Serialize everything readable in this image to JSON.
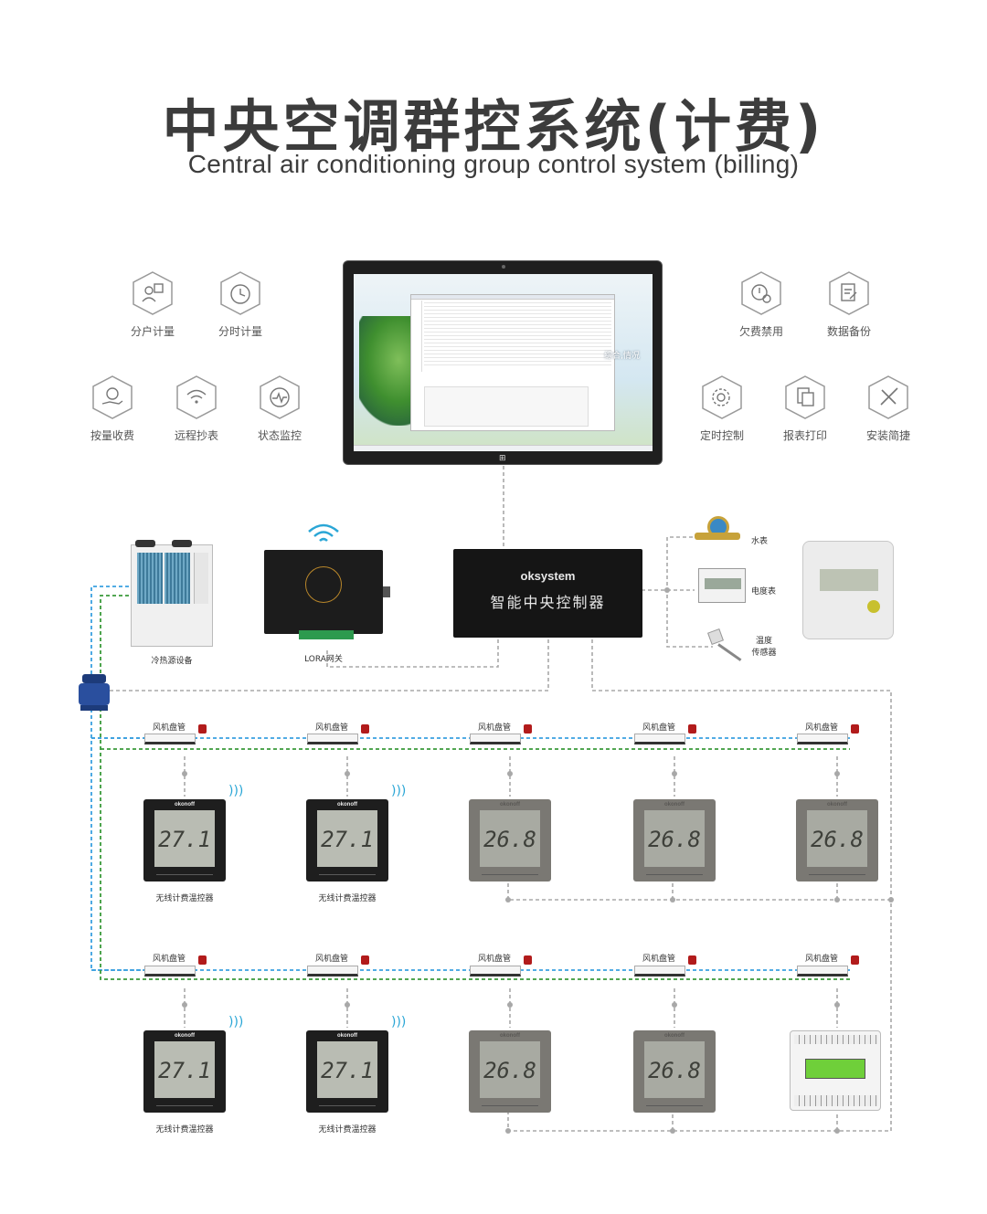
{
  "title": {
    "cn": "中央空调群控系统(计费)",
    "en": "Central air conditioning group control system (billing)"
  },
  "features_left": [
    {
      "label": "分户计量",
      "icon": "household-meter-icon"
    },
    {
      "label": "分时计量",
      "icon": "clock-icon"
    },
    {
      "label": "按量收费",
      "icon": "coin-hand-icon"
    },
    {
      "label": "远程抄表",
      "icon": "wifi-icon"
    },
    {
      "label": "状态监控",
      "icon": "monitor-check-icon"
    }
  ],
  "features_right": [
    {
      "label": "欠费禁用",
      "icon": "disable-icon"
    },
    {
      "label": "数据备份",
      "icon": "backup-icon"
    },
    {
      "label": "定时控制",
      "icon": "gear-clock-icon"
    },
    {
      "label": "报表打印",
      "icon": "report-icon"
    },
    {
      "label": "安装简捷",
      "icon": "tools-icon"
    }
  ],
  "screen_overlay": "综合,情况",
  "controller": {
    "brand": "oksystem",
    "name": "智能中央控制器"
  },
  "gateway_label": "LORA网关",
  "chiller_label": "冷热源设备",
  "meters": {
    "water": "水表",
    "electric": "电度表",
    "sensor_line1": "温度",
    "sensor_line2": "传感器"
  },
  "fan_coil_label": "风机盘管",
  "thermostat_brand": "okonoff",
  "wireless_thermostat_label": "无线计费温控器",
  "temps": {
    "wireless": "27.1",
    "wired": "26.8"
  },
  "colors": {
    "bus_blue": "#3aa0e0",
    "bus_green": "#3a9a3a",
    "wire_grey": "#a8a8a8"
  }
}
